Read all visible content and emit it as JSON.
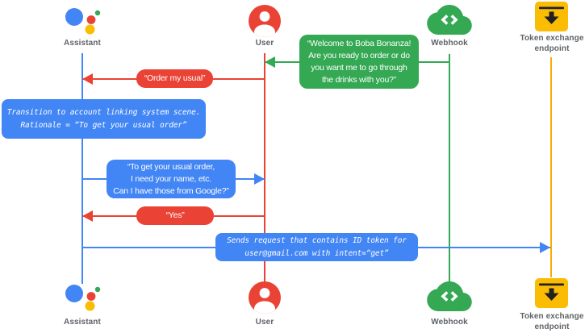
{
  "colors": {
    "blue": "#4285f4",
    "red": "#ea4335",
    "green": "#34a853",
    "yellow": "#fbbc04",
    "label_gray": "#5f6368"
  },
  "actors": {
    "assistant": {
      "label": "Assistant",
      "icon": "google-assistant-icon"
    },
    "user": {
      "label": "User",
      "icon": "user-icon"
    },
    "webhook": {
      "label": "Webhook",
      "icon": "webhook-cloud-icon"
    },
    "token_endpoint": {
      "label": "Token exchange\nendpoint",
      "icon": "token-exchange-icon"
    }
  },
  "messages": {
    "welcome": {
      "from": "webhook",
      "to": "user",
      "color": "green",
      "text": "“Welcome to Boba Bonanza!\nAre you ready to order or do\nyou want me to go through\nthe drinks with you?”"
    },
    "order_usual": {
      "from": "user",
      "to": "assistant",
      "color": "red",
      "text": "“Order my usual”"
    },
    "transition_note": {
      "attached_to": "assistant",
      "color": "blue",
      "text": "Transition to account linking system scene.\nRationale = “To get your usual order”"
    },
    "ask_permission": {
      "from": "assistant",
      "to": "user",
      "color": "blue",
      "text": "“To get your usual order,\nI need your name, etc.\nCan I have those from Google?”"
    },
    "yes": {
      "from": "user",
      "to": "assistant",
      "color": "red",
      "text": "“Yes”"
    },
    "send_request": {
      "from": "assistant",
      "to": "token_endpoint",
      "color": "blue",
      "text": "Sends request that contains ID token for\nuser@gmail.com with intent=“get”"
    }
  }
}
